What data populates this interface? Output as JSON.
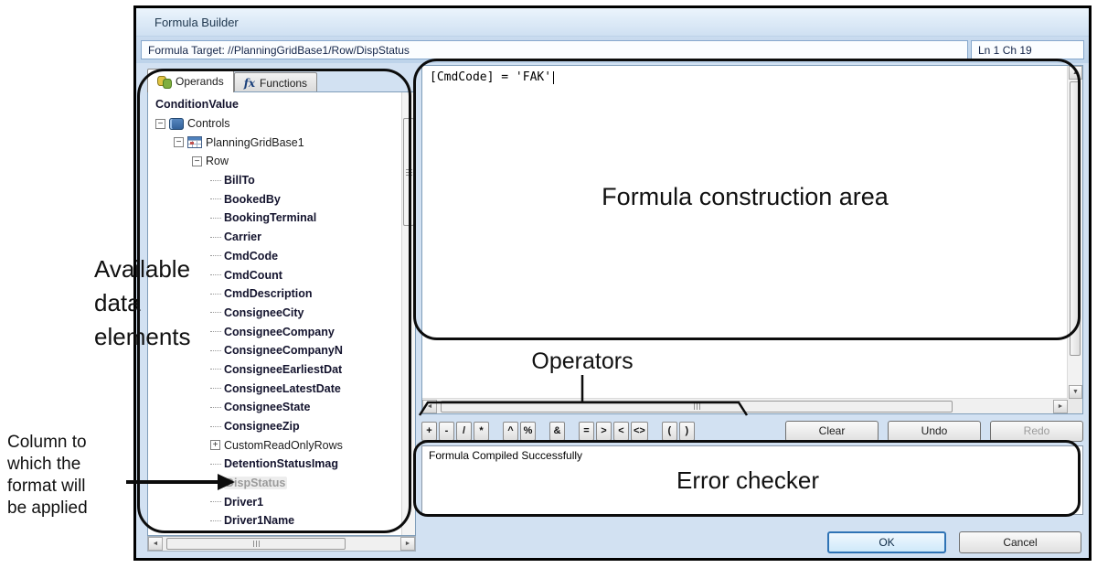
{
  "window": {
    "title": "Formula Builder",
    "target_label": "Formula Target: //PlanningGridBase1/Row/DispStatus",
    "caret_position": "Ln 1 Ch 19"
  },
  "tabs": {
    "operands": "Operands",
    "functions": "Functions",
    "functions_icon": "fx"
  },
  "tree": {
    "items": [
      {
        "label": "ConditionValue",
        "level": 0,
        "expander": "",
        "icon": "",
        "bold": true
      },
      {
        "label": "Controls",
        "level": 0,
        "expander": "minus",
        "icon": "controls",
        "bold": false
      },
      {
        "label": "PlanningGridBase1",
        "level": 1,
        "expander": "minus",
        "icon": "table",
        "bold": false
      },
      {
        "label": "Row",
        "level": 2,
        "expander": "minus",
        "icon": "",
        "bold": false
      },
      {
        "label": "BillTo",
        "level": 3,
        "expander": "",
        "icon": "",
        "bold": true
      },
      {
        "label": "BookedBy",
        "level": 3,
        "expander": "",
        "icon": "",
        "bold": true
      },
      {
        "label": "BookingTerminal",
        "level": 3,
        "expander": "",
        "icon": "",
        "bold": true
      },
      {
        "label": "Carrier",
        "level": 3,
        "expander": "",
        "icon": "",
        "bold": true
      },
      {
        "label": "CmdCode",
        "level": 3,
        "expander": "",
        "icon": "",
        "bold": true
      },
      {
        "label": "CmdCount",
        "level": 3,
        "expander": "",
        "icon": "",
        "bold": true
      },
      {
        "label": "CmdDescription",
        "level": 3,
        "expander": "",
        "icon": "",
        "bold": true
      },
      {
        "label": "ConsigneeCity",
        "level": 3,
        "expander": "",
        "icon": "",
        "bold": true
      },
      {
        "label": "ConsigneeCompany",
        "level": 3,
        "expander": "",
        "icon": "",
        "bold": true
      },
      {
        "label": "ConsigneeCompanyN",
        "level": 3,
        "expander": "",
        "icon": "",
        "bold": true
      },
      {
        "label": "ConsigneeEarliestDat",
        "level": 3,
        "expander": "",
        "icon": "",
        "bold": true
      },
      {
        "label": "ConsigneeLatestDate",
        "level": 3,
        "expander": "",
        "icon": "",
        "bold": true
      },
      {
        "label": "ConsigneeState",
        "level": 3,
        "expander": "",
        "icon": "",
        "bold": true
      },
      {
        "label": "ConsigneeZip",
        "level": 3,
        "expander": "",
        "icon": "",
        "bold": true
      },
      {
        "label": "CustomReadOnlyRows",
        "level": 3,
        "expander": "plus",
        "icon": "",
        "bold": false
      },
      {
        "label": "DetentionStatusImag",
        "level": 3,
        "expander": "",
        "icon": "",
        "bold": true
      },
      {
        "label": "DispStatus",
        "level": 3,
        "expander": "",
        "icon": "",
        "bold": true,
        "muted": true
      },
      {
        "label": "Driver1",
        "level": 3,
        "expander": "",
        "icon": "",
        "bold": true
      },
      {
        "label": "Driver1Name",
        "level": 3,
        "expander": "",
        "icon": "",
        "bold": true
      }
    ]
  },
  "editor": {
    "formula": "[CmdCode] = 'FAK'"
  },
  "operators": {
    "items": [
      "+",
      "-",
      "/",
      "*",
      "^",
      "%",
      "&",
      "=",
      ">",
      "<",
      "<>",
      "(",
      ")"
    ],
    "group_breaks": [
      4,
      6,
      7,
      11
    ]
  },
  "buttons": {
    "clear": "Clear",
    "undo": "Undo",
    "redo": "Redo",
    "ok": "OK",
    "cancel": "Cancel"
  },
  "status": {
    "message": "Formula Compiled Successfully"
  },
  "annotations": {
    "available": "Available\ndata\nelements",
    "column": "Column to\nwhich the\nformat will\nbe applied",
    "operators": "Operators",
    "formula_area": "Formula construction area",
    "error_checker": "Error checker"
  }
}
